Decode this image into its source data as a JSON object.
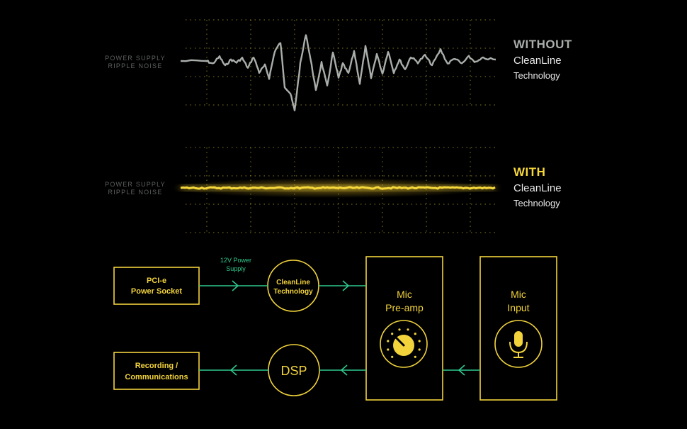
{
  "scope": {
    "top": {
      "side_label_line1": "POWER SUPPLY",
      "side_label_line2": "RIPPLE NOISE",
      "caption_head": "WITHOUT",
      "caption_line1": "CleanLine",
      "caption_line2": "Technology",
      "color": "#a9aeab"
    },
    "bottom": {
      "side_label_line1": "POWER SUPPLY",
      "side_label_line2": "RIPPLE NOISE",
      "caption_head": "WITH",
      "caption_line1": "CleanLine",
      "caption_line2": "Technology",
      "color": "#f7d83a"
    },
    "grid_color": "#c9b630"
  },
  "diagram": {
    "accent": "#f2d33c",
    "arrow_color": "#2ec98d",
    "pcie": {
      "line1": "PCI-e",
      "line2": "Power Socket"
    },
    "power_note": {
      "line1": "12V Power",
      "line2": "Supply"
    },
    "cleanline": {
      "line1": "CleanLine",
      "line2": "Technology"
    },
    "preamp": {
      "line1": "Mic",
      "line2": "Pre-amp",
      "icon": "knob-icon"
    },
    "mic_input": {
      "line1": "Mic",
      "line2": "Input",
      "icon": "microphone-icon"
    },
    "dsp": {
      "label": "DSP"
    },
    "recording": {
      "line1": "Recording /",
      "line2": "Communications"
    }
  }
}
